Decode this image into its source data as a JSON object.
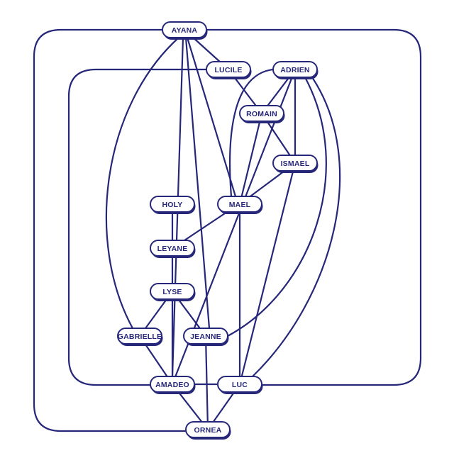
{
  "colors": {
    "ink": "#27277a",
    "node_fill": "#ffffff",
    "background": "#ffffff"
  },
  "nodes": [
    {
      "id": "ayana",
      "label": "AYANA"
    },
    {
      "id": "lucile",
      "label": "LUCILE"
    },
    {
      "id": "adrien",
      "label": "ADRIEN"
    },
    {
      "id": "romain",
      "label": "ROMAIN"
    },
    {
      "id": "ismael",
      "label": "ISMAEL"
    },
    {
      "id": "holy",
      "label": "HOLY"
    },
    {
      "id": "mael",
      "label": "MAEL"
    },
    {
      "id": "leyane",
      "label": "LEYANE"
    },
    {
      "id": "lyse",
      "label": "LYSE"
    },
    {
      "id": "gabrielle",
      "label": "GABRIELLE"
    },
    {
      "id": "jeanne",
      "label": "JEANNE"
    },
    {
      "id": "amadeo",
      "label": "AMADEO"
    },
    {
      "id": "luc",
      "label": "LUC"
    },
    {
      "id": "ornea",
      "label": "ORNEA"
    }
  ],
  "edges": [
    [
      "ayana",
      "lucile"
    ],
    [
      "ayana",
      "mael"
    ],
    [
      "ayana",
      "jeanne"
    ],
    [
      "ayana",
      "ornea"
    ],
    [
      "ayana",
      "gabrielle"
    ],
    [
      "ayana",
      "luc"
    ],
    [
      "ayana",
      "amadeo"
    ],
    [
      "lucile",
      "romain"
    ],
    [
      "lucile",
      "ornea"
    ],
    [
      "adrien",
      "romain"
    ],
    [
      "adrien",
      "ismael"
    ],
    [
      "adrien",
      "mael"
    ],
    [
      "adrien",
      "jeanne"
    ],
    [
      "adrien",
      "luc"
    ],
    [
      "adrien",
      "amadeo"
    ],
    [
      "romain",
      "ismael"
    ],
    [
      "romain",
      "mael"
    ],
    [
      "ismael",
      "mael"
    ],
    [
      "ismael",
      "luc"
    ],
    [
      "holy",
      "leyane"
    ],
    [
      "mael",
      "leyane"
    ],
    [
      "mael",
      "luc"
    ],
    [
      "leyane",
      "lyse"
    ],
    [
      "lyse",
      "gabrielle"
    ],
    [
      "lyse",
      "jeanne"
    ],
    [
      "lyse",
      "amadeo"
    ],
    [
      "gabrielle",
      "amadeo"
    ],
    [
      "jeanne",
      "ornea"
    ],
    [
      "amadeo",
      "luc"
    ],
    [
      "amadeo",
      "ornea"
    ],
    [
      "luc",
      "ornea"
    ]
  ]
}
